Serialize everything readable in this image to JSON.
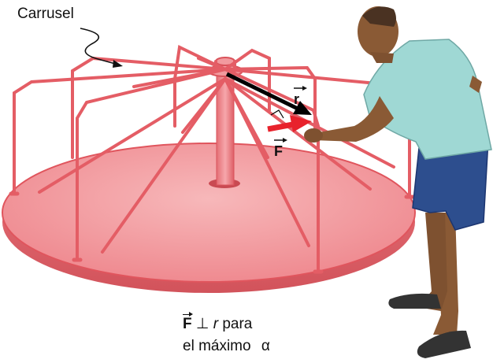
{
  "labels": {
    "carousel": "Carrusel",
    "radius_vector": "r",
    "force_vector": "F"
  },
  "caption": {
    "force_symbol": "F",
    "perp_symbol": "⊥",
    "radius_symbol": "r",
    "line1_rest": "para",
    "line2": "el máximo",
    "alpha": "α"
  },
  "colors": {
    "carousel_fill": "#f29a9e",
    "carousel_stroke": "#e0555d",
    "force_arrow": "#e8222c",
    "radius_arrow": "#000000",
    "shirt": "#9fd8d4",
    "shorts": "#2d4e8e",
    "skin": "#8a5a35"
  }
}
